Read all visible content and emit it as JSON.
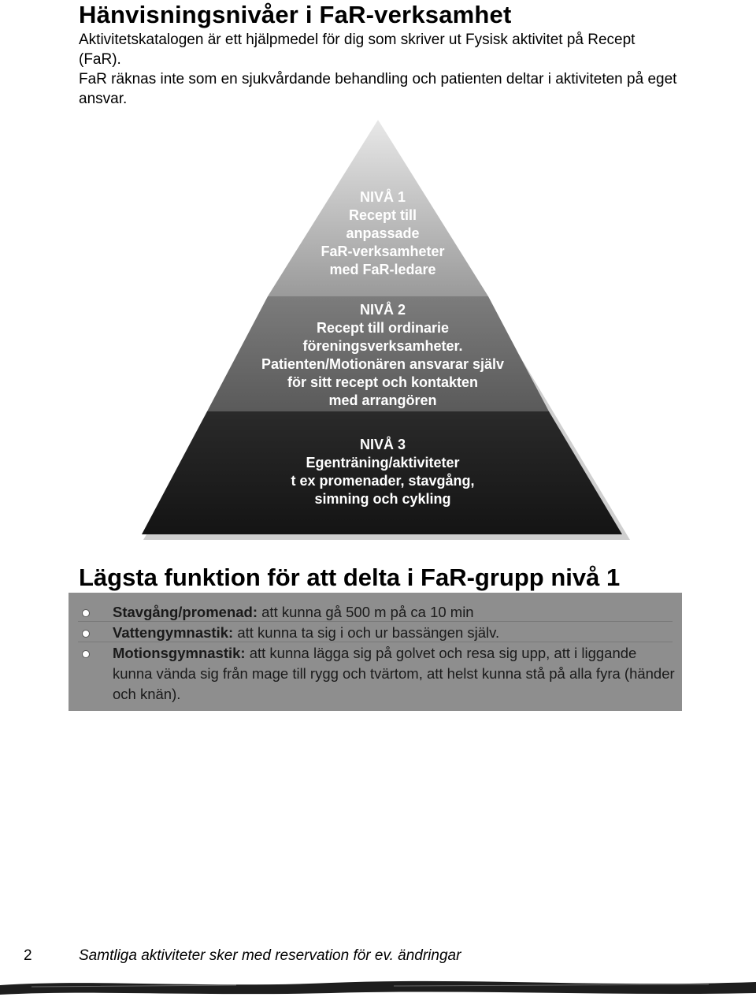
{
  "title": "Hänvisningsnivåer i FaR-verksamhet",
  "intro": {
    "p1": "Aktivitetskatalogen är ett hjälpmedel för dig som skriver ut Fysisk aktivitet på Recept (FaR).",
    "p2": "FaR räknas inte som en sjukvårdande behandling och patienten deltar i aktiviteten på eget ansvar."
  },
  "pyramid": {
    "level1": [
      "NIVÅ 1",
      "Recept till",
      "anpassade",
      "FaR-verksamheter",
      "med FaR-ledare"
    ],
    "level2": [
      "NIVÅ 2",
      "Recept till ordinarie",
      "föreningsverksamheter.",
      "Patienten/Motionären ansvarar själv",
      "för sitt recept och kontakten",
      "med arrangören"
    ],
    "level3": [
      "NIVÅ 3",
      "Egenträning/aktiviteter",
      "t ex promenader, stavgång,",
      "simning och cykling"
    ],
    "colors": {
      "level1": "#b3b3b3",
      "level2": "#6f6f6f",
      "level3": "#1c1c1c"
    }
  },
  "section_title": "Lägsta funktion för att delta i FaR-grupp nivå 1",
  "bullets": [
    {
      "term": "Stavgång/promenad:",
      "text": " att kunna gå 500 m på ca 10 min"
    },
    {
      "term": "Vattengymnastik:",
      "text": " att kunna ta sig i och ur bassängen själv."
    },
    {
      "term": "Motionsgymnastik:",
      "text": " att kunna lägga sig på golvet och resa sig upp, att i liggande kunna vända sig från mage till rygg och tvärtom, att helst kunna stå på alla fyra (händer och knän)."
    }
  ],
  "footer": {
    "page_number": "2",
    "note": "Samtliga aktiviteter sker med reservation för ev. ändringar"
  }
}
